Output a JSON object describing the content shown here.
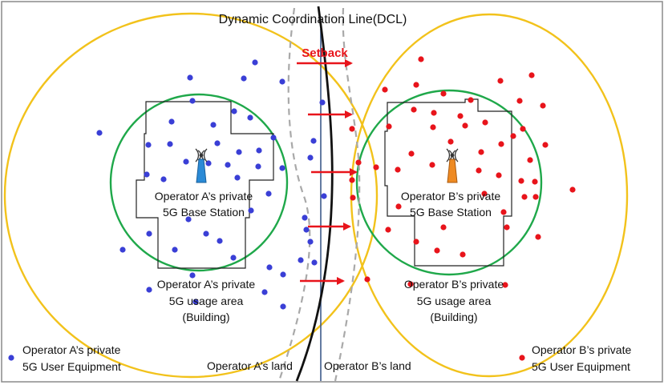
{
  "title": "Dynamic Coordination Line(DCL)",
  "setback_label": "Setback",
  "operator_a": {
    "base_station_line1": "Operator A’s private",
    "base_station_line2": "5G Base Station",
    "usage_line1": "Operator A’s private",
    "usage_line2": "5G usage area",
    "usage_line3": "(Building)",
    "ue_line1": "Operator A’s private",
    "ue_line2": "5G User Equipment",
    "land": "Operator A’s land"
  },
  "operator_b": {
    "base_station_line1": "Operator B’s private",
    "base_station_line2": "5G Base Station",
    "usage_line1": "Operator B’s private",
    "usage_line2": "5G usage area",
    "usage_line3": "(Building)",
    "ue_line1": "Operator B’s private",
    "ue_line2": "5G User Equipment",
    "land": "Operator B’s land"
  },
  "colors": {
    "coverage_circle": "#f2c21b",
    "usage_circle": "#1fa84a",
    "operator_a_ue": "#3a3fd6",
    "operator_b_ue": "#e8141b",
    "setback_arrow": "#e8141b",
    "dcl_line": "#111111",
    "guard_line": "#a9a9a9",
    "land_boundary": "#3d5a8a",
    "tower_a": "#2a8ad6",
    "tower_b": "#ee8a22"
  },
  "icons": {
    "tower_a": "cell-tower-icon",
    "tower_b": "cell-tower-icon"
  }
}
